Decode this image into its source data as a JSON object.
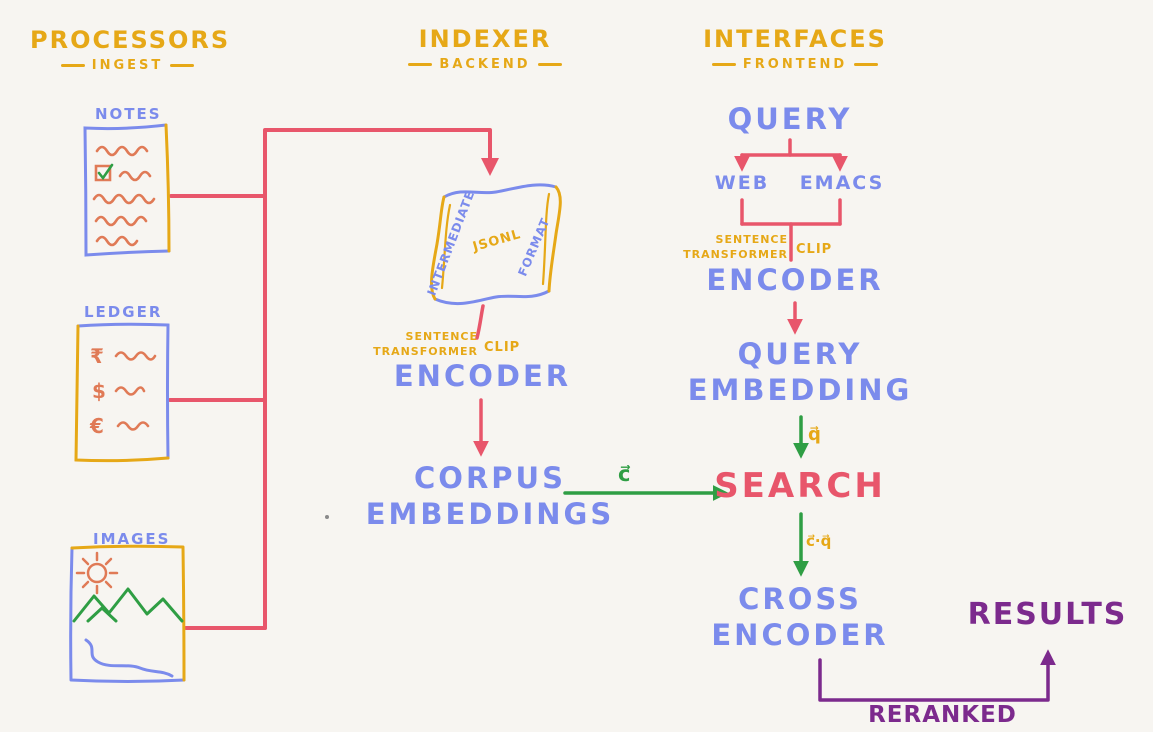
{
  "diagram": {
    "columns": {
      "processors": {
        "title": "PROCESSORS",
        "subtitle": "INGEST"
      },
      "indexer": {
        "title": "INDEXER",
        "subtitle": "BACKEND"
      },
      "interfaces": {
        "title": "INTERFACES",
        "subtitle": "FRONTEND"
      }
    },
    "processors": {
      "notes_label": "NOTES",
      "ledger_label": "LEDGER",
      "images_label": "IMAGES",
      "ledger_symbols": {
        "rupee": "₹",
        "dollar": "$",
        "euro": "€"
      }
    },
    "indexer": {
      "scroll_left": "INTERMEDIATE",
      "scroll_center": "JSONL",
      "scroll_right": "FORMAT",
      "model_line1": "SENTENCE",
      "model_line2": "TRANSFORMER",
      "model_alt": "CLIP",
      "encoder": "ENCODER",
      "corpus_line1": "CORPUS",
      "corpus_line2": "EMBEDDINGS"
    },
    "interfaces": {
      "query": "QUERY",
      "web": "WEB",
      "emacs": "EMACS",
      "model_line1": "SENTENCE",
      "model_line2": "TRANSFORMER",
      "model_alt": "CLIP",
      "encoder": "ENCODER",
      "query_embedding_line1": "QUERY",
      "query_embedding_line2": "EMBEDDING",
      "search": "SEARCH",
      "cross_encoder_line1": "CROSS",
      "cross_encoder_line2": "ENCODER",
      "results": "RESULTS",
      "reranked": "RERANKED"
    },
    "edge_labels": {
      "corpus_vector": "c⃗",
      "query_vector": "q⃗",
      "dot_product": "c⃗·q⃗"
    }
  },
  "colors": {
    "background": "#f7f5f1",
    "yellow": "#e6a817",
    "blue": "#7b8bec",
    "red": "#e8566b",
    "orange": "#e07a56",
    "green": "#2f9e44",
    "purple": "#7c2a8d"
  }
}
